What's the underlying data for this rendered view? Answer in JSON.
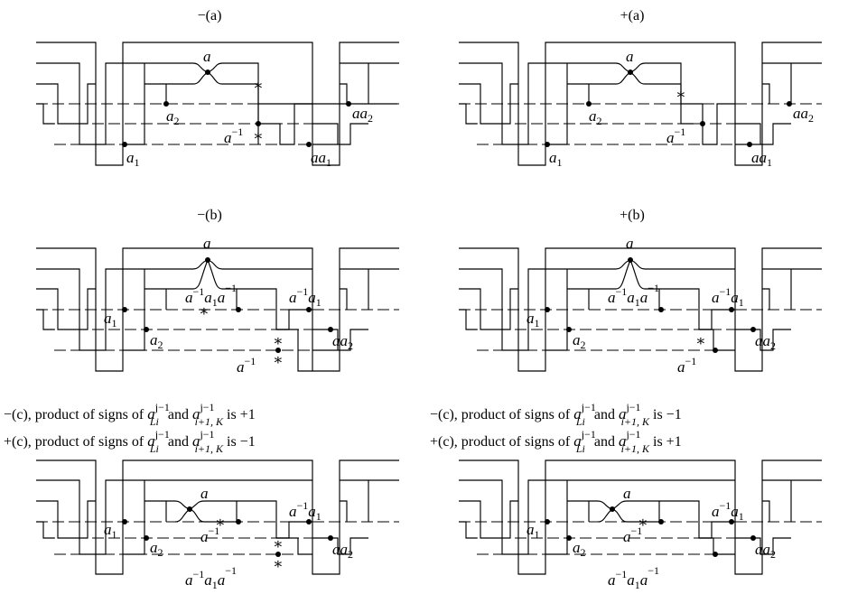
{
  "panel_titles": [
    "−(a)",
    "+(a)",
    "−(b)",
    "+(b)"
  ],
  "captions": [
    {
      "sign": "−(c)",
      "text": ", product of signs of ",
      "s1": "j−1",
      "b1": "Li",
      "and": " and ",
      "s2": "j−1",
      "b2": "i+1, K",
      "is": " is ",
      "value": "+1"
    },
    {
      "sign": "−(c)",
      "text": ", product of signs of ",
      "s1": "j−1",
      "b1": "Li",
      "and": " and ",
      "s2": "j−1",
      "b2": "i+1, K",
      "is": " is ",
      "value": "−1"
    },
    {
      "sign": "+(c)",
      "text": ", product of signs of ",
      "s1": "j−1",
      "b1": "Li",
      "and": " and ",
      "s2": "j−1",
      "b2": "i+1, K",
      "is": " is ",
      "value": "−1"
    },
    {
      "sign": "+(c)",
      "text": ", product of signs of ",
      "s1": "j−1",
      "b1": "Li",
      "and": " and ",
      "s2": "j−1",
      "b2": "i+1, K",
      "is": " is ",
      "value": "+1"
    }
  ],
  "symbols": {
    "a": "a",
    "a1": "a",
    "a2": "a",
    "sub1": "1",
    "sub2": "2",
    "inv": "−1",
    "aa": "aa",
    "asym": "a"
  }
}
